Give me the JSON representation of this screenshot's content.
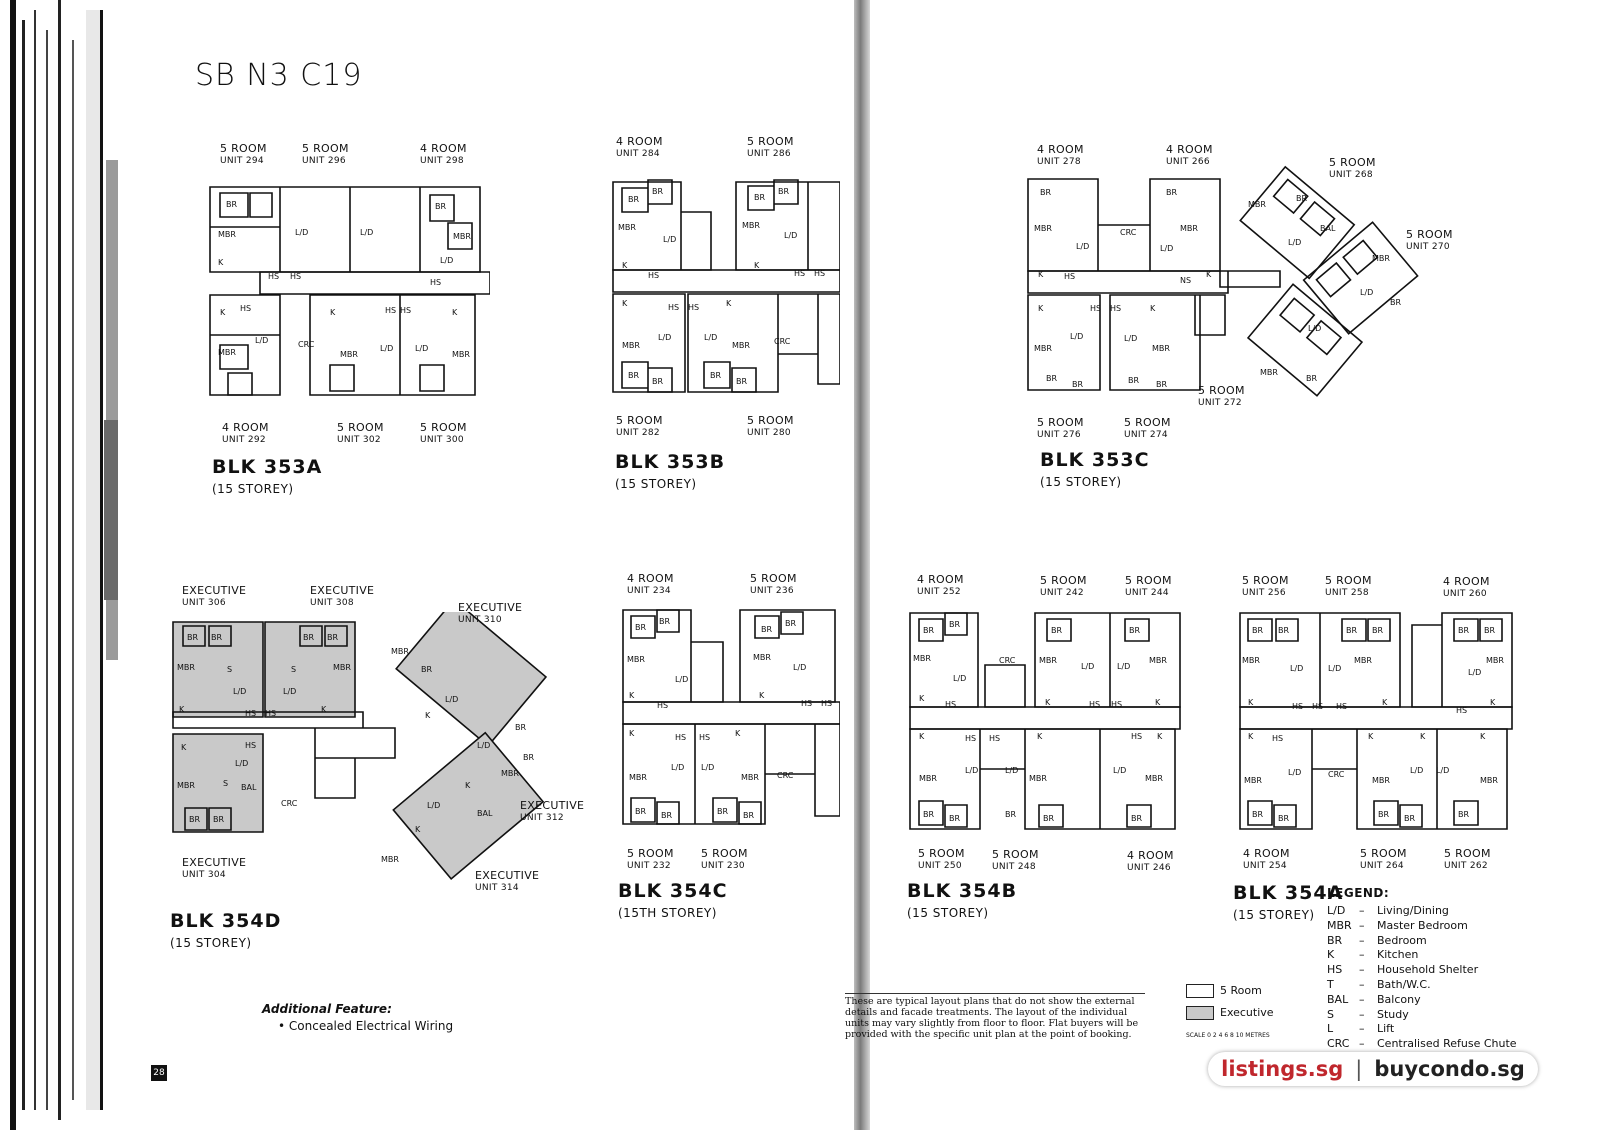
{
  "page_title": "SB N3 C19",
  "page_number": "28",
  "blocks": [
    {
      "name": "BLK 353A",
      "storey": "(15 STOREY)",
      "units": [
        {
          "type": "5 ROOM",
          "unit": "UNIT 294"
        },
        {
          "type": "5 ROOM",
          "unit": "UNIT 296"
        },
        {
          "type": "4 ROOM",
          "unit": "UNIT 298"
        },
        {
          "type": "4 ROOM",
          "unit": "UNIT 292"
        },
        {
          "type": "5 ROOM",
          "unit": "UNIT 302"
        },
        {
          "type": "5 ROOM",
          "unit": "UNIT 300"
        }
      ]
    },
    {
      "name": "BLK 353B",
      "storey": "(15 STOREY)",
      "units": [
        {
          "type": "4 ROOM",
          "unit": "UNIT 284"
        },
        {
          "type": "5 ROOM",
          "unit": "UNIT 286"
        },
        {
          "type": "5 ROOM",
          "unit": "UNIT 282"
        },
        {
          "type": "5 ROOM",
          "unit": "UNIT 280"
        }
      ]
    },
    {
      "name": "BLK 353C",
      "storey": "(15 STOREY)",
      "units": [
        {
          "type": "4 ROOM",
          "unit": "UNIT 278"
        },
        {
          "type": "4 ROOM",
          "unit": "UNIT 266"
        },
        {
          "type": "5 ROOM",
          "unit": "UNIT 268"
        },
        {
          "type": "5 ROOM",
          "unit": "UNIT 270"
        },
        {
          "type": "5 ROOM",
          "unit": "UNIT 272"
        },
        {
          "type": "5 ROOM",
          "unit": "UNIT 276"
        },
        {
          "type": "5 ROOM",
          "unit": "UNIT 274"
        }
      ]
    },
    {
      "name": "BLK 354D",
      "storey": "(15 STOREY)",
      "units": [
        {
          "type": "EXECUTIVE",
          "unit": "UNIT 306"
        },
        {
          "type": "EXECUTIVE",
          "unit": "UNIT 308"
        },
        {
          "type": "EXECUTIVE",
          "unit": "UNIT 310"
        },
        {
          "type": "EXECUTIVE",
          "unit": "UNIT 312"
        },
        {
          "type": "EXECUTIVE",
          "unit": "UNIT 304"
        },
        {
          "type": "EXECUTIVE",
          "unit": "UNIT 314"
        }
      ]
    },
    {
      "name": "BLK 354C",
      "storey": "(15TH STOREY)",
      "units": [
        {
          "type": "4 ROOM",
          "unit": "UNIT 234"
        },
        {
          "type": "5 ROOM",
          "unit": "UNIT 236"
        },
        {
          "type": "5 ROOM",
          "unit": "UNIT 232"
        },
        {
          "type": "5 ROOM",
          "unit": "UNIT 230"
        }
      ]
    },
    {
      "name": "BLK 354B",
      "storey": "(15 STOREY)",
      "units": [
        {
          "type": "4 ROOM",
          "unit": "UNIT 252"
        },
        {
          "type": "5 ROOM",
          "unit": "UNIT 242"
        },
        {
          "type": "5 ROOM",
          "unit": "UNIT 244"
        },
        {
          "type": "5 ROOM",
          "unit": "UNIT 250"
        },
        {
          "type": "5 ROOM",
          "unit": "UNIT 248"
        },
        {
          "type": "4 ROOM",
          "unit": "UNIT 246"
        }
      ]
    },
    {
      "name": "BLK 354A",
      "storey": "(15 STOREY)",
      "units": [
        {
          "type": "5 ROOM",
          "unit": "UNIT 256"
        },
        {
          "type": "5 ROOM",
          "unit": "UNIT 258"
        },
        {
          "type": "4 ROOM",
          "unit": "UNIT 260"
        },
        {
          "type": "4 ROOM",
          "unit": "UNIT 254"
        },
        {
          "type": "5 ROOM",
          "unit": "UNIT 264"
        },
        {
          "type": "5 ROOM",
          "unit": "UNIT 262"
        }
      ]
    }
  ],
  "legend": {
    "title": "LEGEND:",
    "items": [
      {
        "key": "L/D",
        "desc": "Living/Dining"
      },
      {
        "key": "MBR",
        "desc": "Master Bedroom"
      },
      {
        "key": "BR",
        "desc": "Bedroom"
      },
      {
        "key": "K",
        "desc": "Kitchen"
      },
      {
        "key": "HS",
        "desc": "Household Shelter"
      },
      {
        "key": "T",
        "desc": "Bath/W.C."
      },
      {
        "key": "BAL",
        "desc": "Balcony"
      },
      {
        "key": "S",
        "desc": "Study"
      },
      {
        "key": "L",
        "desc": "Lift"
      },
      {
        "key": "CRC",
        "desc": "Centralised Refuse Chute"
      }
    ],
    "dash": "–"
  },
  "swatches": [
    {
      "label": "5 Room",
      "fill": "#ffffff"
    },
    {
      "label": "Executive",
      "fill": "#c9c9c9"
    }
  ],
  "scale_label": "SCALE  0  2  4  6  8  10 METRES",
  "notice": "These are typical layout plans that do not show the external details and facade treatments. The layout of the individual units may vary slightly from floor to floor. Flat buyers will be provided with the specific unit plan at the point of booking.",
  "additional": {
    "title": "Additional Feature:",
    "item": "• Concealed Electrical Wiring"
  },
  "brand": {
    "left": "listings.sg",
    "sep": "|",
    "right": "buycondo.sg"
  },
  "colors": {
    "exec_fill": "#c9c9c9",
    "accent": "#c0272d"
  }
}
